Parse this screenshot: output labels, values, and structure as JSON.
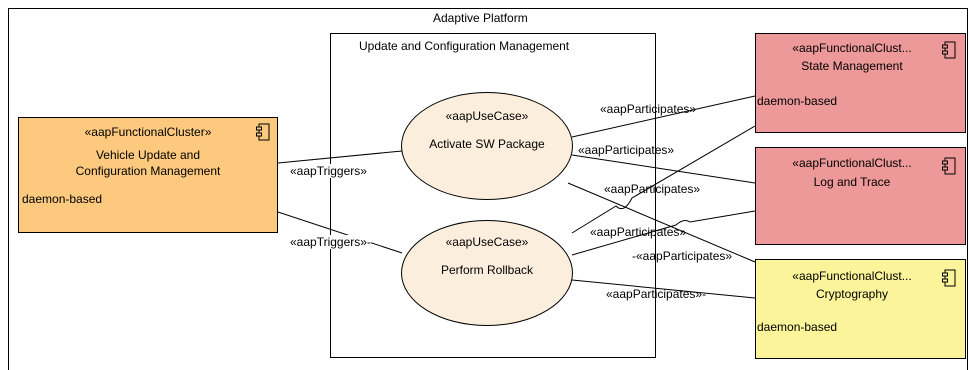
{
  "platform": {
    "title": "Adaptive Platform"
  },
  "package": {
    "title": "Update and Configuration Management"
  },
  "colors": {
    "orange": "#fcc97e",
    "red": "#ee9999",
    "yellow": "#fbf49a",
    "ellipse": "#fbeedd"
  },
  "clusters": {
    "vucm": {
      "stereotype": "«aapFunctionalCluster»",
      "name_line1": "Vehicle Update and",
      "name_line2": "Configuration Management",
      "note": "daemon-based",
      "icon": "component-icon"
    },
    "state": {
      "stereotype": "«aapFunctionalClust...",
      "name": "State Management",
      "note": "daemon-based",
      "icon": "component-icon"
    },
    "log": {
      "stereotype": "«aapFunctionalClust...",
      "name": "Log and Trace",
      "icon": "component-icon"
    },
    "crypto": {
      "stereotype": "«aapFunctionalClust...",
      "name": "Cryptography",
      "note": "daemon-based",
      "icon": "component-icon"
    }
  },
  "usecases": {
    "activate": {
      "stereotype": "«aapUseCase»",
      "name": "Activate SW Package"
    },
    "rollback": {
      "stereotype": "«aapUseCase»",
      "name": "Perform Rollback"
    }
  },
  "edge_labels": {
    "trig1": "«aapTriggers»",
    "trig2": "«aapTriggers»-",
    "p1": "«aapParticipates»",
    "p2": "«aapParticipates»",
    "p3": "«aapParticipates»",
    "p4": "«aapParticipates»",
    "p5": "-«aapParticipates»",
    "p6": "«aapParticipates»-"
  }
}
